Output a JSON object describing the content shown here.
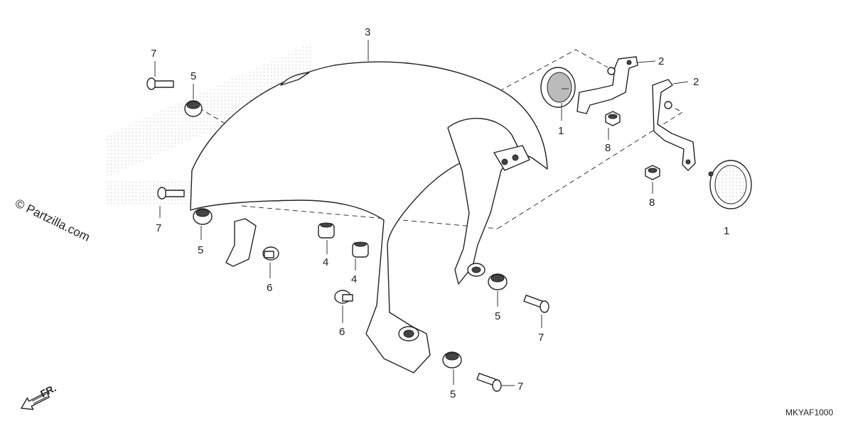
{
  "diagram": {
    "watermark": "© Partzilla.com",
    "diagram_code": "MKYAF1000",
    "direction_label": "FR.",
    "callouts": {
      "fender": "3",
      "bracket_top": "2",
      "bracket_right": "2",
      "reflector_top": "1",
      "reflector_right": "1",
      "nut_top": "8",
      "nut_right": "8",
      "bolt_topleft": "7",
      "bolt_left": "7",
      "bolt_right": "7",
      "bolt_bottom": "7",
      "grommet_topleft": "5",
      "grommet_left": "5",
      "grommet_right": "5",
      "grommet_bottom": "5",
      "collar_a": "4",
      "collar_b": "4",
      "washer_left": "6",
      "washer_bottom": "6"
    }
  }
}
